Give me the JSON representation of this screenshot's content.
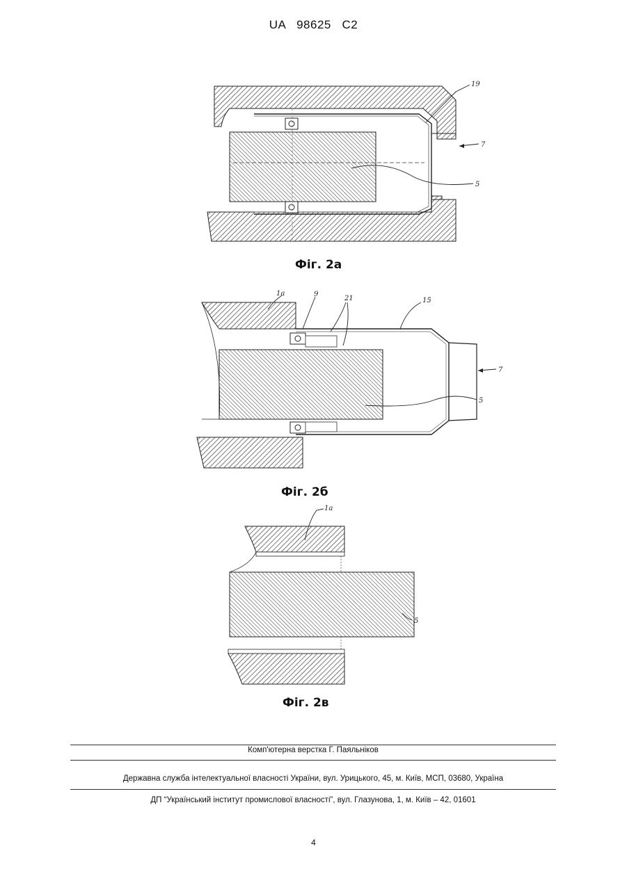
{
  "header": {
    "doc_id": "UA   98625   C2"
  },
  "figures": [
    {
      "caption": "Фіг. 2а",
      "callouts": {
        "c19": "19",
        "c7": "7",
        "c5": "5"
      }
    },
    {
      "caption": "Фіг. 2б",
      "callouts": {
        "c1a": "1a",
        "c9": "9",
        "c21": "21",
        "c15": "15",
        "c7": "7",
        "c5": "5"
      }
    },
    {
      "caption": "Фіг. 2в",
      "callouts": {
        "c1a": "1a",
        "c5": "5"
      }
    }
  ],
  "footer": {
    "line1": "Комп'ютерна верстка Г. Паяльніков",
    "line2": "Державна служба інтелектуальної власності України, вул. Урицького, 45, м. Київ, МСП, 03680, Україна",
    "line3": "ДП “Український інститут промислової власності”, вул. Глазунова, 1, м. Київ – 42, 01601"
  },
  "page_number": "4"
}
